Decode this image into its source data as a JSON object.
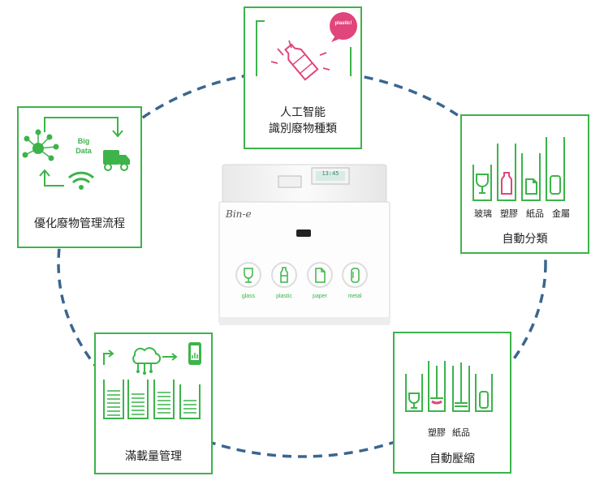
{
  "center": {
    "logo_text": "Bin-e",
    "display_text": "13:45",
    "buttons": [
      {
        "label": "glass",
        "icon": "glass-icon"
      },
      {
        "label": "plastic",
        "icon": "bottle-icon"
      },
      {
        "label": "paper",
        "icon": "paper-icon"
      },
      {
        "label": "metal",
        "icon": "can-icon"
      }
    ]
  },
  "cards": {
    "ai": {
      "title_line1": "人工智能",
      "title_line2": "識別廢物種類",
      "bubble": "plastic!"
    },
    "waste": {
      "title": "優化廢物管理流程",
      "big_line1": "Big",
      "big_line2": "Data"
    },
    "sort": {
      "title": "自動分類",
      "labels": [
        "玻璃",
        "塑膠",
        "紙品",
        "金屬"
      ]
    },
    "compress": {
      "title": "自動壓縮",
      "labels": [
        "塑膠",
        "紙品"
      ]
    },
    "fill": {
      "title": "滿載量管理"
    }
  },
  "colors": {
    "green": "#3cb44a",
    "pink": "#e0457b",
    "ring": "#3a6690"
  }
}
